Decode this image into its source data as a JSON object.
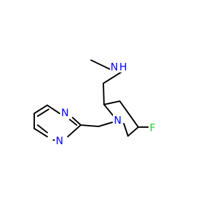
{
  "molecule": {
    "atom_labels": {
      "amine_n": "N",
      "amine_h": "H",
      "ring_n": "N",
      "fluorine": "F",
      "pyrimidine_n1": "N",
      "pyrimidine_n3": "N"
    },
    "colors": {
      "bond": "#000000",
      "nitrogen": "#0000ff",
      "fluorine": "#33cc33",
      "background": "#ffffff"
    }
  }
}
